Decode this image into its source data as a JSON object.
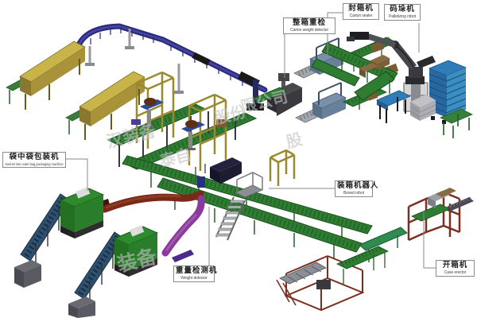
{
  "labels": [
    {
      "id": "carton_weight_check",
      "zh": "整箱重检",
      "en": "Carton weight detector"
    },
    {
      "id": "carton_sealer",
      "zh": "封箱机",
      "en": "Carton sealer"
    },
    {
      "id": "palletizer",
      "zh": "码垛机",
      "en": "Palletizing robot"
    },
    {
      "id": "sachet_bagger",
      "zh": "袋中袋包装机",
      "en": "Sachet into outer bag packaging machine"
    },
    {
      "id": "boxing_robot",
      "zh": "装箱机器人",
      "en": "Boxed robot"
    },
    {
      "id": "weight_detector",
      "zh": "重量检测机",
      "en": "Weight detector"
    },
    {
      "id": "case_erector",
      "zh": "开箱机",
      "en": "Case erector"
    }
  ],
  "watermark": {
    "fragments": [
      "汉装备",
      "股份",
      "限公司",
      "泰自",
      "装备",
      "股"
    ]
  },
  "colors": {
    "conveyor_green": "#2f7d33",
    "belt_green": "#2f8b4f",
    "machine_yellow": "#c9b44a",
    "gantry_yellow": "#9a8a2e",
    "overhead_rail_blue": "#2b2b7a",
    "pallet_blue": "#2f7db8",
    "bag_machine_green": "#2e8b2e",
    "elevator_steel_blue": "#2f4f6f",
    "curve_red_brown": "#7a2818",
    "curve_purple": "#8a3a9a",
    "erector_frame_red": "#7a3020",
    "robot_gray": "#3a3a3e",
    "label_border_gray": "#8a8a8a"
  }
}
